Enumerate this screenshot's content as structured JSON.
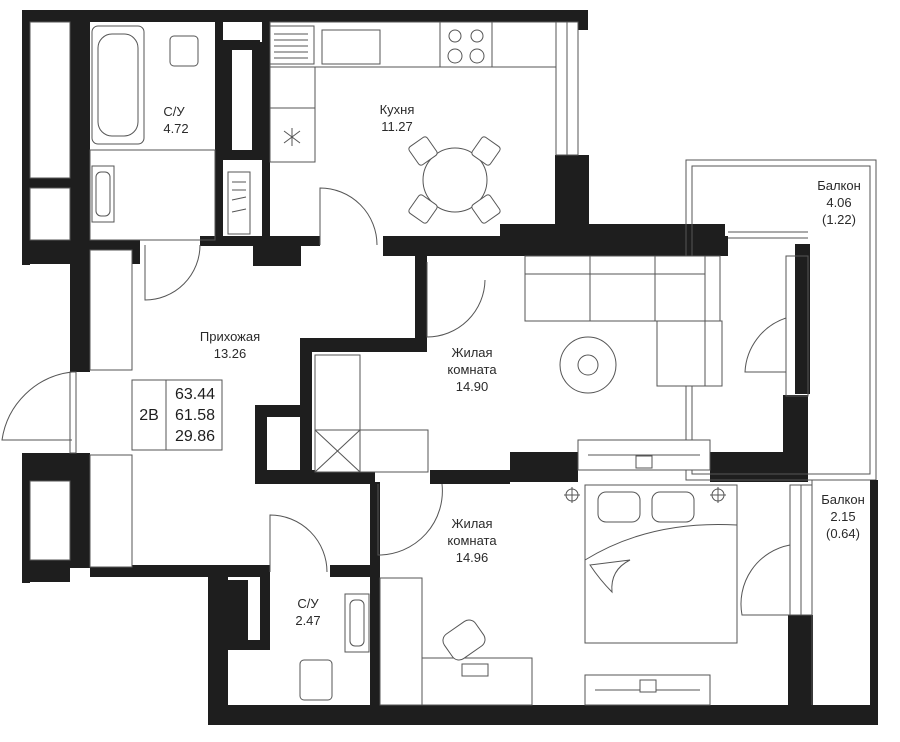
{
  "rooms": {
    "bath1": {
      "name": "С/У",
      "area": "4.72"
    },
    "kitchen": {
      "name": "Кухня",
      "area": "11.27"
    },
    "hall": {
      "name": "Прихожая",
      "area": "13.26"
    },
    "living1": {
      "name_line1": "Жилая",
      "name_line2": "комната",
      "area": "14.90"
    },
    "living2": {
      "name_line1": "Жилая",
      "name_line2": "комната",
      "area": "14.96"
    },
    "bath2": {
      "name": "С/У",
      "area": "2.47"
    },
    "balcony1": {
      "name": "Балкон",
      "area": "4.06",
      "reduced": "(1.22)"
    },
    "balcony2": {
      "name": "Балкон",
      "area": "2.15",
      "reduced": "(0.64)"
    }
  },
  "summary": {
    "type": "2В",
    "total": "63.44",
    "living_total": "61.58",
    "living": "29.86"
  },
  "colors": {
    "wall": "#1e1e1e",
    "line": "#555555"
  }
}
